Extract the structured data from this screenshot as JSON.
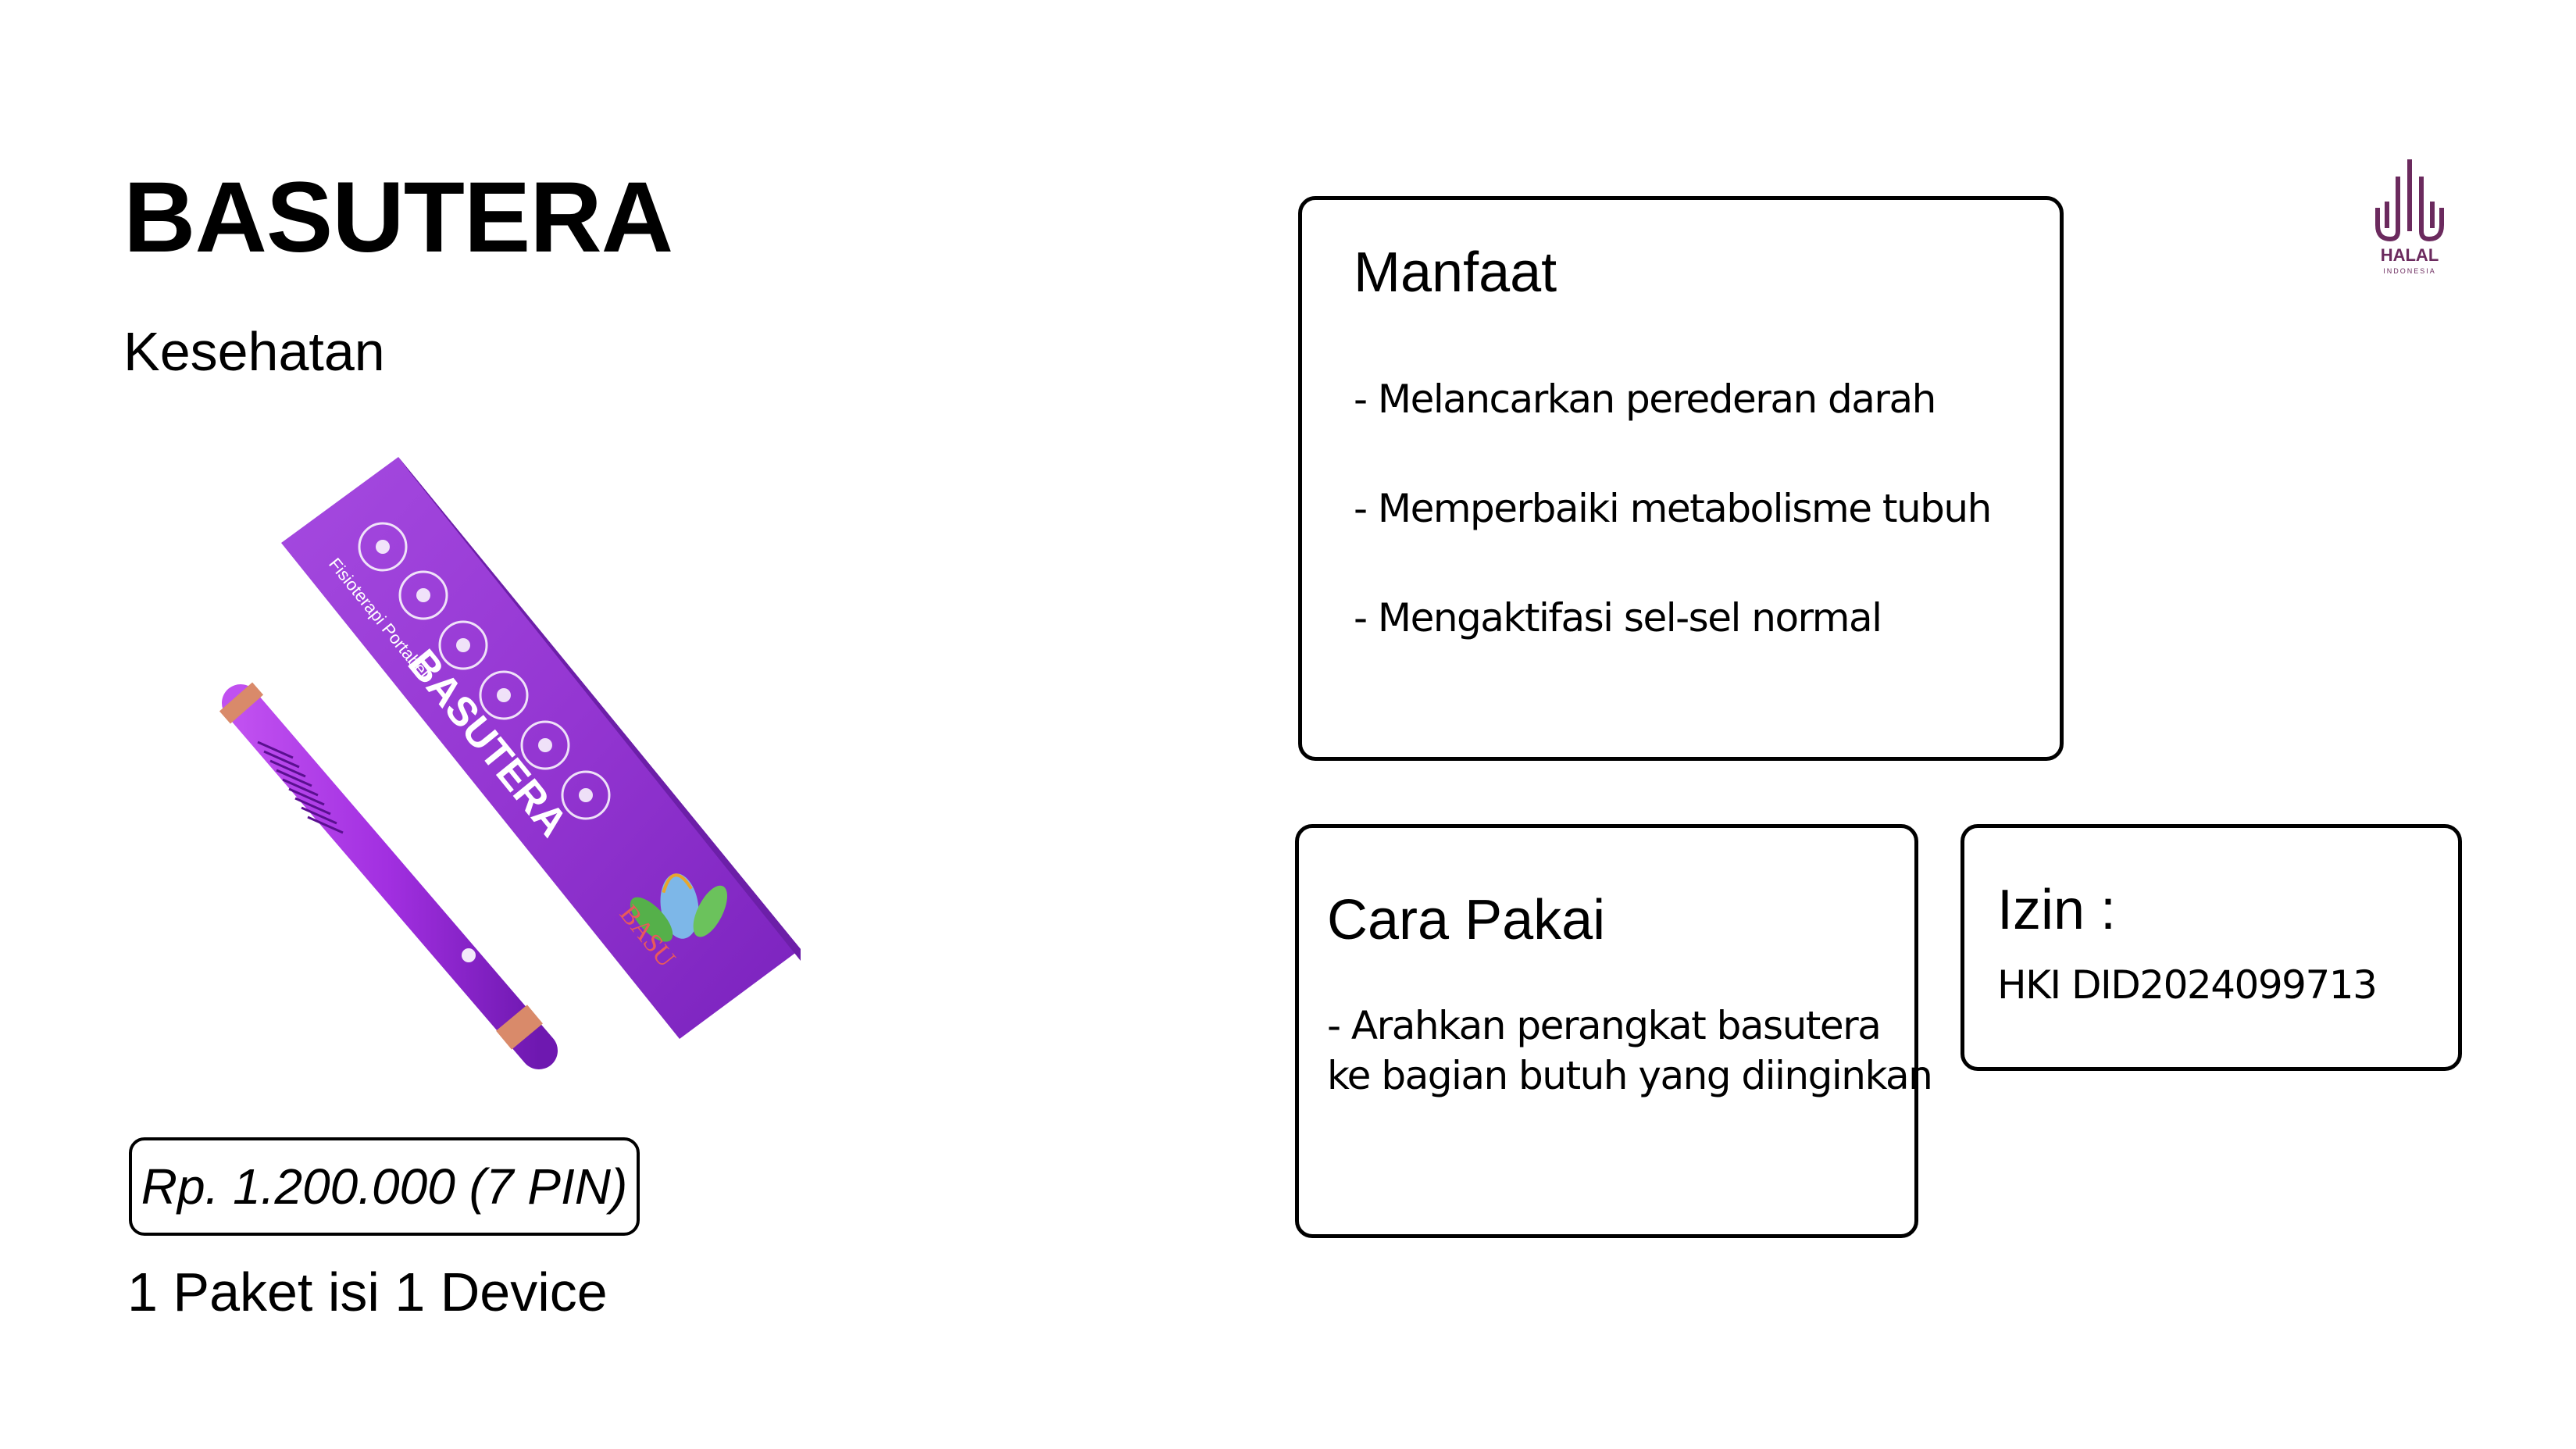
{
  "product": {
    "name": "BASUTERA",
    "category": "Kesehatan",
    "price": "Rp. 1.200.000 (7 PIN)",
    "package": "1 Paket isi 1 Device",
    "box_text": {
      "line1": "Fisioterapi Portabel",
      "line2": "BASUTERA",
      "brand": "BASU"
    }
  },
  "manfaat": {
    "title": "Manfaat",
    "items": [
      "- Melancarkan perederan darah",
      "- Memperbaiki metabolisme tubuh",
      "- Mengaktifasi sel-sel normal"
    ]
  },
  "cara_pakai": {
    "title": "Cara Pakai",
    "lines": [
      "- Arahkan perangkat basutera",
      "ke bagian butuh yang diinginkan"
    ]
  },
  "izin": {
    "title": "Izin :",
    "value": "HKI DID2024099713"
  },
  "halal": {
    "label": "HALAL",
    "sublabel": "INDONESIA"
  },
  "colors": {
    "purple_box": "#9b3bd6",
    "purple_device": "#a832e0",
    "halal_purple": "#6b2a5e"
  }
}
